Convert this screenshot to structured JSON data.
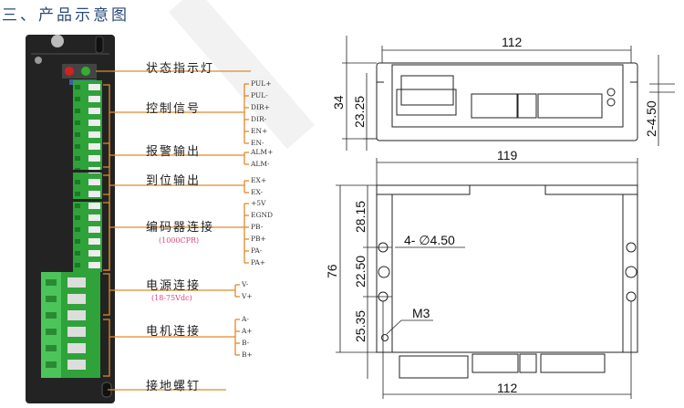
{
  "title": "三、产品示意图",
  "labels": {
    "status_led": "状态指示灯",
    "control_signal": "控制信号",
    "alarm_output": "报警输出",
    "in_position_output": "到位输出",
    "encoder_connection": "编码器连接",
    "encoder_note": "(1000CPR)",
    "power_connection": "电源连接",
    "power_note": "(18-75Vdc)",
    "motor_connection": "电机连接",
    "ground_screw": "接地螺钉"
  },
  "pins": {
    "control": [
      "PUL+",
      "PUL-",
      "DIR+",
      "DIR-",
      "EN+",
      "EN-"
    ],
    "alarm": [
      "ALM+",
      "ALM-"
    ],
    "in_position": [
      "EX+",
      "EX-"
    ],
    "encoder": [
      "+5V",
      "EGND",
      "PB-",
      "PB+",
      "PA-",
      "PA+"
    ],
    "power": [
      "V-",
      "V+"
    ],
    "motor": [
      "A-",
      "A+",
      "B-",
      "B+"
    ]
  },
  "dimensions": {
    "top_width": "112",
    "top_height": "34",
    "top_inner_height": "23.25",
    "top_slot": "2-4.50",
    "overall_width": "119",
    "height_upper": "28.15",
    "total_height": "76",
    "hole_spacing": "22.50",
    "height_lower": "25.35",
    "hole_note": "4- ∅4.50",
    "screw_note": "M3",
    "bottom_width": "112"
  },
  "colors": {
    "leader": "#e08a2b",
    "terminal": "#2fa33a",
    "body": "#232323",
    "title": "#2a4a78"
  }
}
